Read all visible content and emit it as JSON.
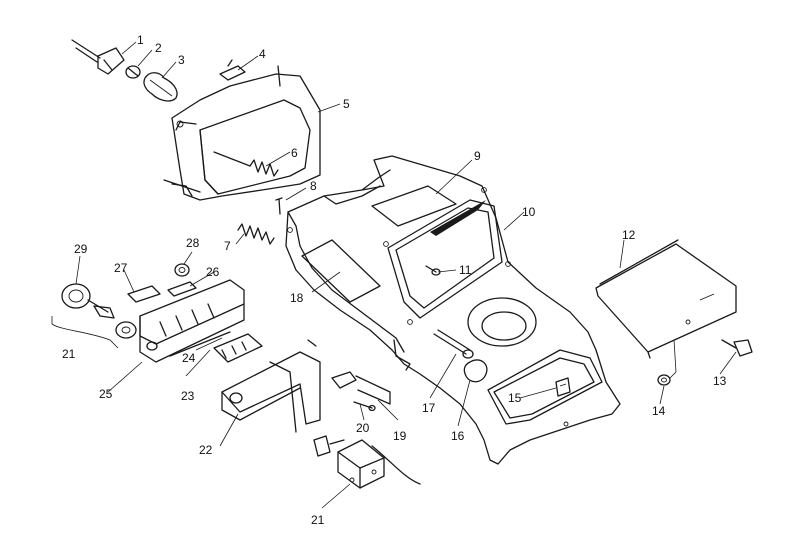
{
  "callouts": [
    {
      "id": "c1",
      "text": "1"
    },
    {
      "id": "c2",
      "text": "2"
    },
    {
      "id": "c3",
      "text": "3"
    },
    {
      "id": "c4",
      "text": "4"
    },
    {
      "id": "c5",
      "text": "5"
    },
    {
      "id": "c6",
      "text": "6"
    },
    {
      "id": "c7",
      "text": "7"
    },
    {
      "id": "c8",
      "text": "8"
    },
    {
      "id": "c9",
      "text": "9"
    },
    {
      "id": "c10",
      "text": "10"
    },
    {
      "id": "c11",
      "text": "11"
    },
    {
      "id": "c12",
      "text": "12"
    },
    {
      "id": "c13",
      "text": "13"
    },
    {
      "id": "c14",
      "text": "14"
    },
    {
      "id": "c15",
      "text": "15"
    },
    {
      "id": "c16",
      "text": "16"
    },
    {
      "id": "c17",
      "text": "17"
    },
    {
      "id": "c18",
      "text": "18"
    },
    {
      "id": "c19",
      "text": "19"
    },
    {
      "id": "c20",
      "text": "20"
    },
    {
      "id": "c21a",
      "text": "21"
    },
    {
      "id": "c21b",
      "text": "21"
    },
    {
      "id": "c22",
      "text": "22"
    },
    {
      "id": "c23",
      "text": "23"
    },
    {
      "id": "c24",
      "text": "24"
    },
    {
      "id": "c25",
      "text": "25"
    },
    {
      "id": "c26",
      "text": "26"
    },
    {
      "id": "c27",
      "text": "27"
    },
    {
      "id": "c28",
      "text": "28"
    },
    {
      "id": "c29",
      "text": "29"
    }
  ],
  "colors": {
    "ink": "#1a1a1a",
    "paper": "#ffffff"
  }
}
